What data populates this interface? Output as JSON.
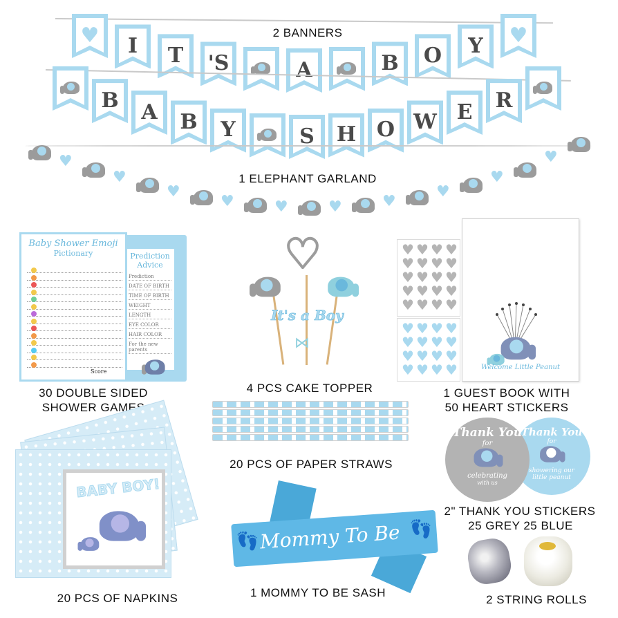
{
  "banners": {
    "title": "2 BANNERS",
    "row1_letters": [
      "I",
      "T",
      "'S",
      "A",
      "B",
      "O",
      "Y"
    ],
    "row2_letters": [
      "B",
      "A",
      "B",
      "Y",
      "S",
      "H",
      "O",
      "W",
      "E",
      "R"
    ]
  },
  "garland": {
    "label": "1 ELEPHANT GARLAND"
  },
  "games": {
    "label_line1": "30  DOUBLE SIDED",
    "label_line2": "SHOWER GAMES",
    "card_title": "Baby Shower Emoji",
    "card_subtitle": "Pictionary",
    "card_score": "Score",
    "back_title": "Prediction",
    "back_subtitle": "Advice",
    "back_fields": [
      "Prediction",
      "DATE OF BIRTH",
      "TIME OF BIRTH",
      "WEIGHT",
      "LENGTH",
      "EYE COLOR",
      "HAIR COLOR",
      "For the new parents"
    ]
  },
  "topper": {
    "label": "4  PCS  CAKE TOPPER",
    "text": "It's a Boy"
  },
  "straws": {
    "label": "20  PCS OF PAPER STRAWS"
  },
  "guestbook": {
    "label_line1": "1  GUEST BOOK WITH",
    "label_line2": "50 HEART STICKERS",
    "welcome": "Welcome Little Peanut"
  },
  "stickers": {
    "label_line1": "2\"  THANK YOU  STICKERS",
    "label_line2": "25  GREY  25  BLUE",
    "grey_text": [
      "Thank You",
      "for",
      "celebrating",
      "with us"
    ],
    "blue_text": [
      "Thank You",
      "for",
      "showering our",
      "little peanut"
    ]
  },
  "napkins": {
    "label": "20  PCS OF NAPKINS",
    "print": "BABY BOY!"
  },
  "sash": {
    "label": "1  MOMMY TO BE SASH",
    "text": "Mommy To Be"
  },
  "rolls": {
    "label": "2 STRING ROLLS"
  },
  "colors": {
    "accent_blue": "#a9d9ef",
    "grey": "#9c9c9c",
    "sash_blue": "#5fb8e6"
  }
}
